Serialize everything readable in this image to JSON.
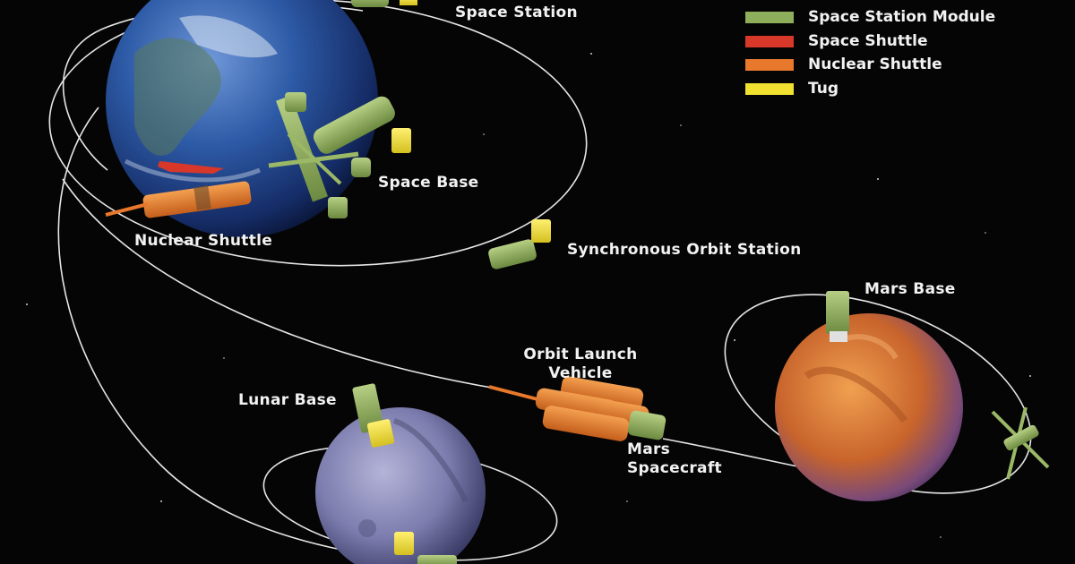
{
  "legend": {
    "items": [
      {
        "label": "Space Station Module",
        "color": "#8fae5c"
      },
      {
        "label": "Space Shuttle",
        "color": "#d8382a"
      },
      {
        "label": "Nuclear Shuttle",
        "color": "#e8782c"
      },
      {
        "label": "Tug",
        "color": "#f0e030"
      }
    ]
  },
  "labels": {
    "space_station": "Space Station",
    "space_base": "Space Base",
    "nuclear_shuttle": "Nuclear Shuttle",
    "synchronous_orbit_station": "Synchronous Orbit Station",
    "mars_base": "Mars Base",
    "orbit_launch_vehicle_line1": "Orbit Launch",
    "orbit_launch_vehicle_line2": "Vehicle",
    "lunar_base": "Lunar Base",
    "mars_spacecraft_line1": "Mars",
    "mars_spacecraft_line2": "Spacecraft"
  },
  "colors": {
    "background": "#050505",
    "earth": "#2a5aa8",
    "moon": "#8a8ab8",
    "mars": "#d8783a",
    "orbit_line": "#e8e8e8"
  }
}
